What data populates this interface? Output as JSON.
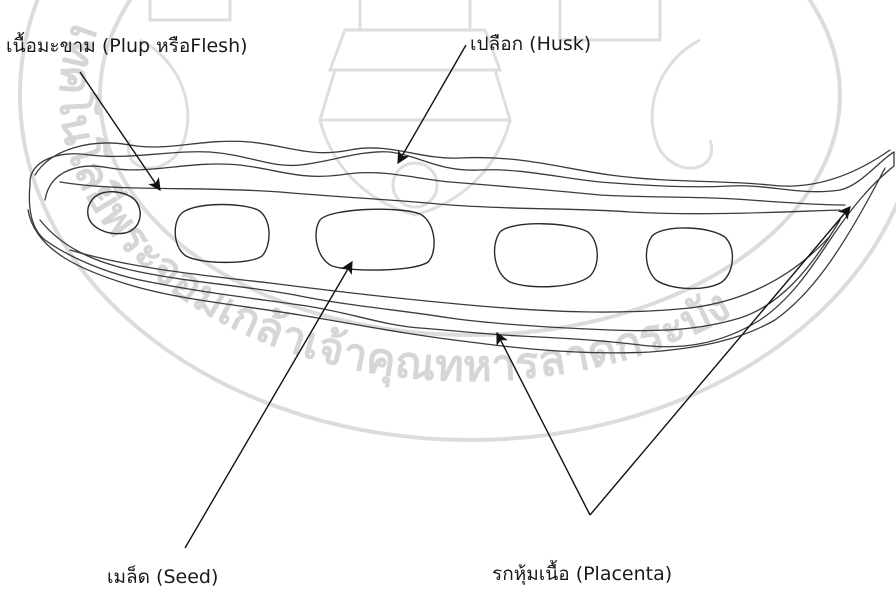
{
  "labels": {
    "flesh": "เนื้อมะขาม (Plup หรือFlesh)",
    "husk": "เปลือก (Husk)",
    "seed": "เมล็ด (Seed)",
    "placenta": "รกหุ้มเนื้อ (Placenta)"
  },
  "watermark": {
    "text": "เทคโนโลยีพระจอมเกล้าเจ้าคุณทหารลาดกระบัง",
    "color": "#d6d6d6"
  },
  "colors": {
    "line": "#3a3a3a",
    "arrow": "#111111",
    "background": "#ffffff"
  }
}
